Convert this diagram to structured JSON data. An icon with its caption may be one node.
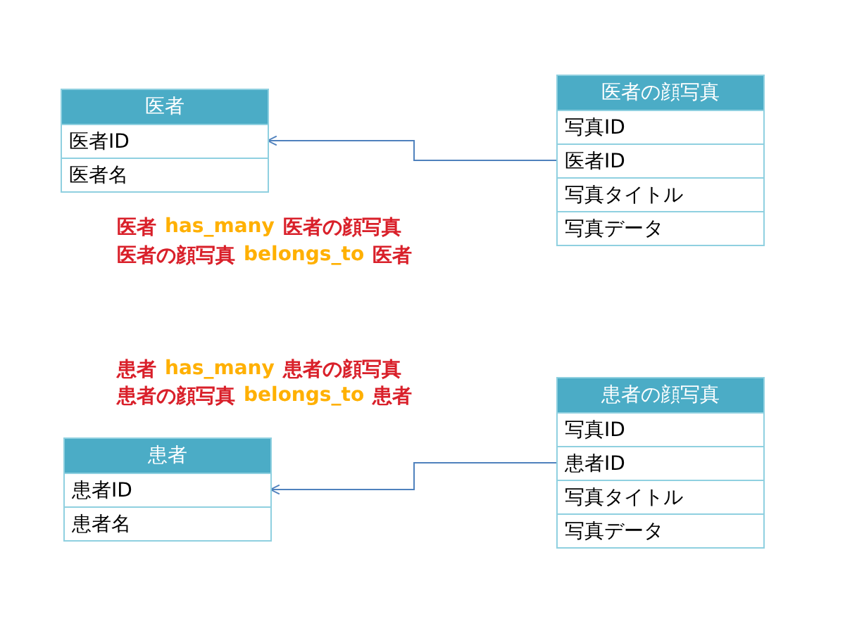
{
  "diagram": {
    "nodes": [
      {
        "text": [
          "医者"
        ]
      },
      {
        "text": [
          "医者ID"
        ],
        "in": 0
      },
      {
        "text": [
          "医者名"
        ],
        "in": 0
      },
      {
        "text": [
          "医者の顔写真"
        ]
      },
      {
        "text": [
          "写真ID"
        ],
        "in": 3
      },
      {
        "text": [
          "医者ID"
        ],
        "in": 3
      },
      {
        "text": [
          "写真タイトル"
        ],
        "in": 3
      },
      {
        "text": [
          "写真データ"
        ],
        "in": 3
      },
      {
        "text": [
          "患者"
        ]
      },
      {
        "text": [
          "患者ID"
        ],
        "in": 8
      },
      {
        "text": [
          "患者名"
        ],
        "in": 8
      },
      {
        "text": [
          "患者の顔写真"
        ]
      },
      {
        "text": [
          "写真ID"
        ],
        "in": 11
      },
      {
        "text": [
          "患者ID"
        ],
        "in": 11
      },
      {
        "text": [
          "写真タイトル"
        ],
        "in": 11
      },
      {
        "text": [
          "写真データ"
        ],
        "in": 11
      }
    ],
    "edges": [
      {
        "from": 5,
        "to": 1,
        "arrow": "to"
      },
      {
        "from": 13,
        "to": 9,
        "arrow": "to"
      }
    ],
    "labels": [
      "医者",
      "has_many",
      "医者の顔写真",
      "医者の顔写真",
      "belongs_to",
      "医者",
      "患者",
      "has_many",
      "患者の顔写真",
      "患者の顔写真",
      "belongs_to",
      "患者"
    ]
  }
}
